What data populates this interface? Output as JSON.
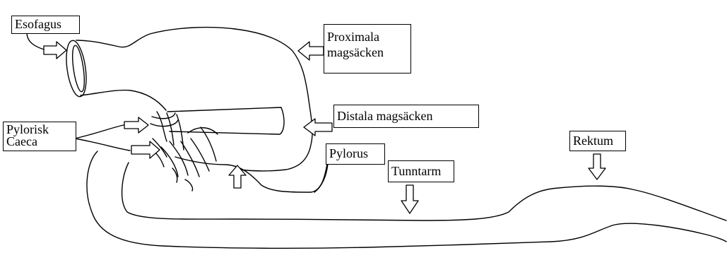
{
  "labels": {
    "esophagus": "Esofagus",
    "proximal_stomach": [
      "Proximala",
      "magsäcken"
    ],
    "distal_stomach": "Distala magsäcken",
    "pyloric_caeca": [
      "Pylorisk",
      "Caeca"
    ],
    "pylorus": "Pylorus",
    "small_intestine": "Tunntarm",
    "rectum": "Rektum"
  },
  "colors": {
    "stroke": "#000000",
    "background": "#ffffff"
  }
}
